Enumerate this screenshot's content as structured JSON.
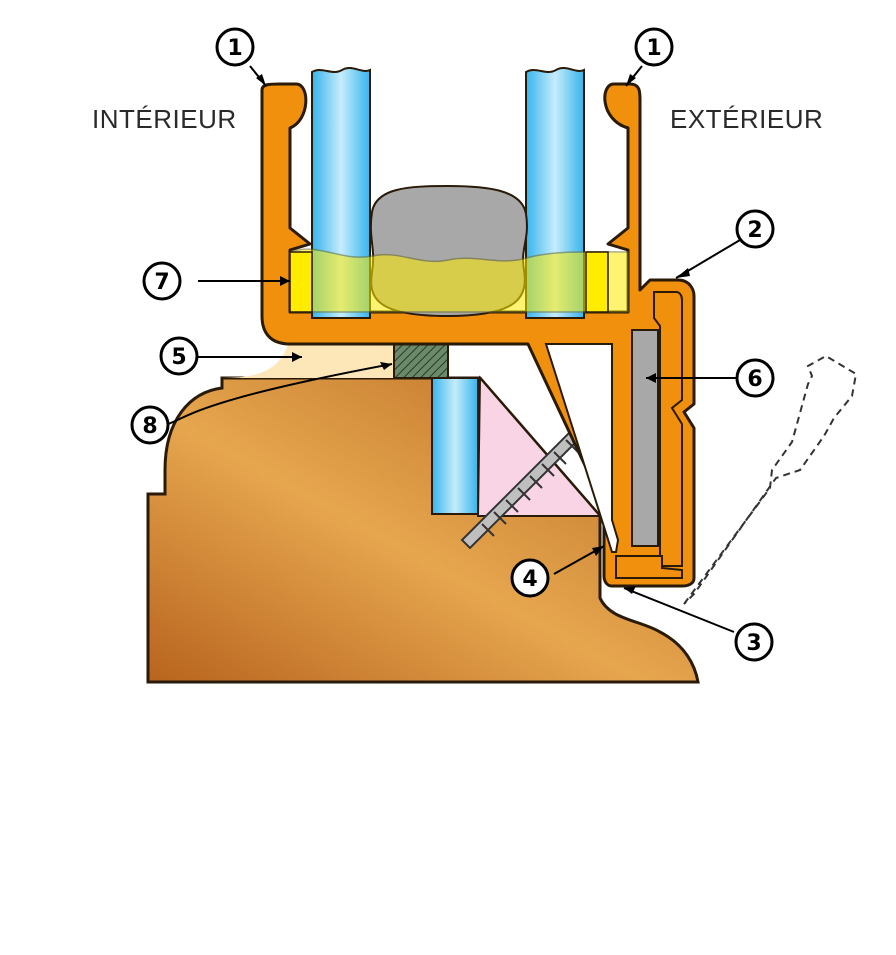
{
  "labels": {
    "interior": "INTÉRIEUR",
    "exterior": "EXTÉRIEUR"
  },
  "callouts": [
    "1",
    "1",
    "2",
    "3",
    "4",
    "5",
    "6",
    "7",
    "8"
  ],
  "colors": {
    "profile": "#f0900c",
    "profile_stroke": "#2a1a08",
    "wood_light": "#e8a850",
    "wood_dark": "#b86a22",
    "glass": "#5ec8f0",
    "seal_yellow": "#ffec00",
    "gasket_gray": "#a8a8a8",
    "wedge_pink": "#f8d4e4",
    "shim_cream": "#fde6b8",
    "foam_green": "#6a8a6a"
  }
}
